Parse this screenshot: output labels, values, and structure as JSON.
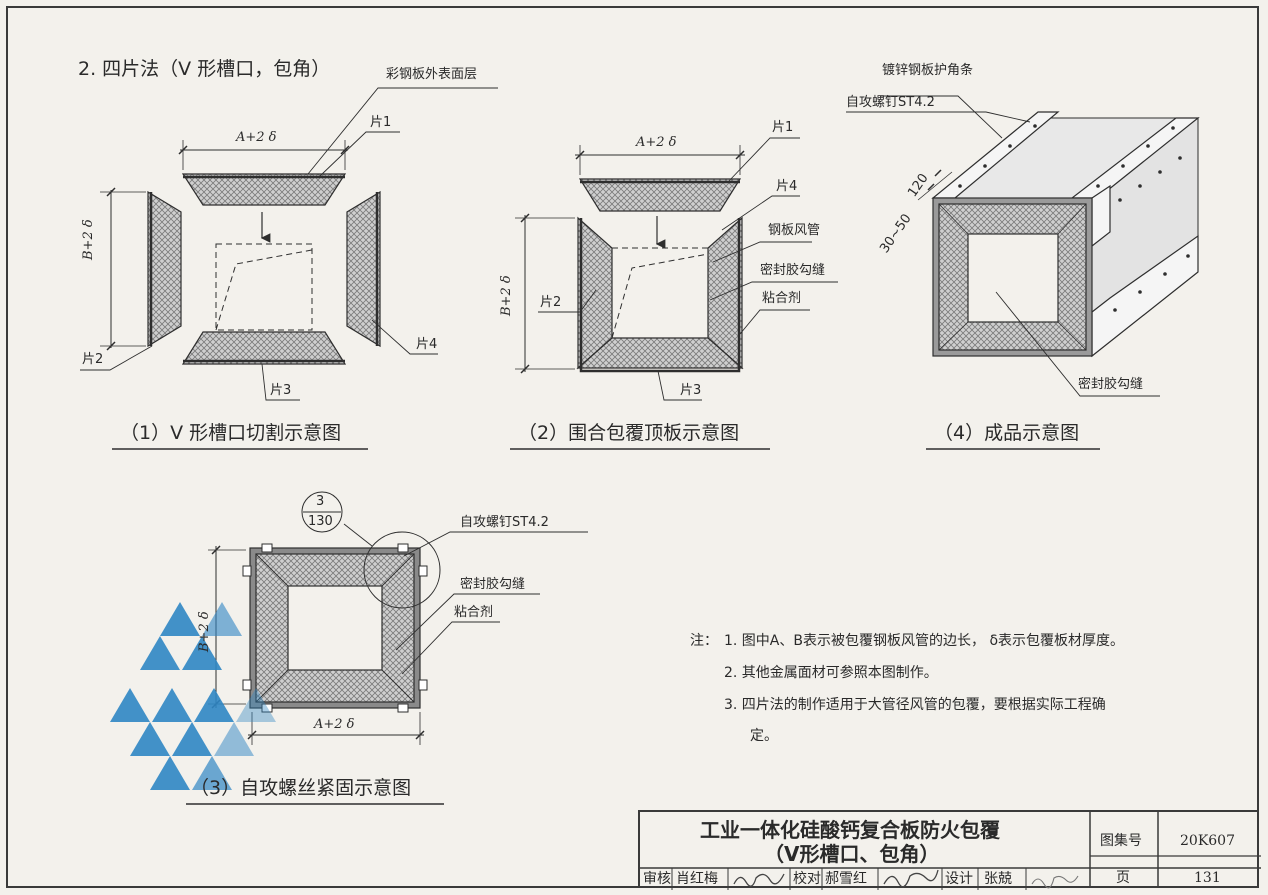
{
  "section_title": "2. 四片法（V 形槽口，包角）",
  "captions": {
    "fig1": "（1）V 形槽口切割示意图",
    "fig2": "（2）围合包覆顶板示意图",
    "fig3": "（3）自攻螺丝紧固示意图",
    "fig4": "（4）成品示意图"
  },
  "labels": {
    "outer_layer": "彩钢板外表面层",
    "piece1": "片1",
    "piece2": "片2",
    "piece3": "片3",
    "piece4": "片4",
    "duct": "钢板风管",
    "sealant": "密封胶勾缝",
    "adhesive": "粘合剂",
    "screw": "自攻螺钉ST4.2",
    "corner_strip": "镀锌钢板护角条",
    "dim_a": "A+2 δ",
    "dim_b": "B+2 δ",
    "dim_120": "120",
    "dim_30_50": "30~50",
    "detail_num": "3",
    "detail_page": "130"
  },
  "notes": {
    "prefix": "注：",
    "items": [
      "1. 图中A、B表示被包覆钢板风管的边长， δ表示包覆板材厚度。",
      "2. 其他金属面材可参照本图制作。",
      "3. 四片法的制作适用于大管径风管的包覆，要根据实际工程确",
      "定。"
    ]
  },
  "title_block": {
    "title_line1": "工业一体化硅酸钙复合板防火包覆",
    "title_line2": "（V形槽口、包角）",
    "atlas_label": "图集号",
    "atlas_value": "20K607",
    "page_label": "页",
    "page_value": "131",
    "review_label": "审核",
    "review_name": "肖红梅",
    "check_label": "校对",
    "check_name": "郝雪红",
    "design_label": "设计",
    "design_name": "张兢"
  },
  "colors": {
    "line": "#2e2e2e",
    "hatch": "#8a8a8a",
    "logo_blue": "#2f86c4"
  }
}
